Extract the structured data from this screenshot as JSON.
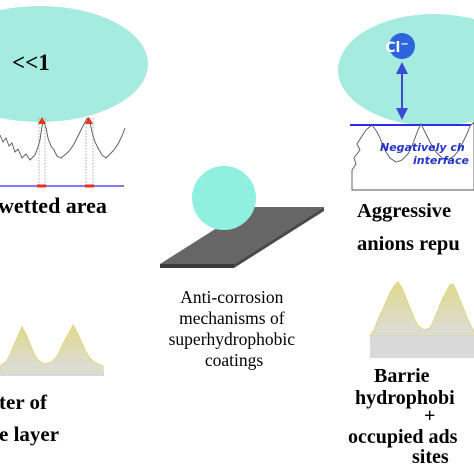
{
  "colors": {
    "droplet": "#a6ebe0",
    "droplet_bright": "#8ff0e0",
    "substrate": "#666666",
    "surface_line": "#2d2df0",
    "peak_marker": "#e8351e",
    "arrow": "#3a4bd6",
    "interface_text": "#2633c9",
    "ion_fill": "#2d63dc",
    "rough_surface": "#555555",
    "sand_top": "#e0d98a",
    "sand_bottom": "#dcdcdc",
    "base_layer": "#d9d9d9"
  },
  "top_left": {
    "ratio_text": "<<1",
    "caption": "wetted area"
  },
  "center": {
    "caption_lines": [
      "Anti-corrosion",
      "mechanisms of",
      "superhydrophobic",
      "coatings"
    ]
  },
  "top_right": {
    "ion_label": "Cl",
    "ion_charge": "−",
    "interface_lines": [
      "Negatively ch",
      "interface"
    ],
    "caption_lines": [
      "Aggressive",
      "anions repu"
    ]
  },
  "bottom_left": {
    "caption_lines": [
      "ter of",
      "e layer"
    ]
  },
  "bottom_right": {
    "caption_lines": [
      "Barrie",
      "hydrophobi",
      "+",
      "occupied ads",
      "sites"
    ]
  }
}
